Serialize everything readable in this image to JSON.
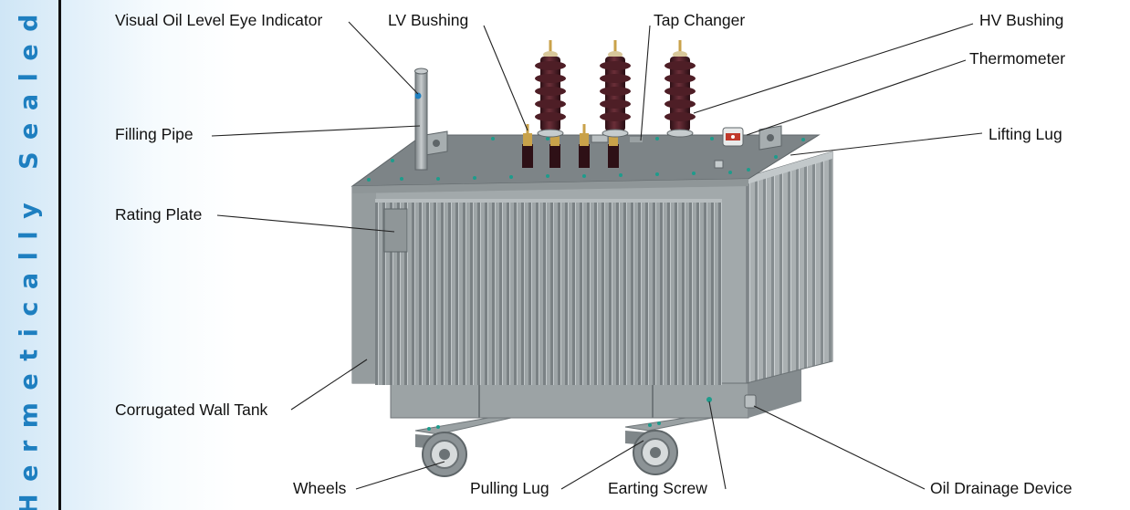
{
  "side_title": "Hermetically Sealed",
  "colors": {
    "side_title": "#1e7fc0",
    "background": "#e6f2fa",
    "tank": "#9aa1a3",
    "bushing": "#4a2028",
    "copper": "#c9a24a"
  },
  "labels": {
    "oil_level_indicator": "Visual Oil Level Eye Indicator",
    "lv_bushing": "LV Bushing",
    "tap_changer": "Tap Changer",
    "hv_bushing": "HV Bushing",
    "thermometer": "Thermometer",
    "filling_pipe": "Filling Pipe",
    "lifting_lug": "Lifting Lug",
    "rating_plate": "Rating Plate",
    "corrugated_wall_tank": "Corrugated Wall Tank",
    "wheels": "Wheels",
    "pulling_lug": "Pulling Lug",
    "earting_screw": "Earting Screw",
    "oil_drainage_device": "Oil Drainage Device"
  }
}
